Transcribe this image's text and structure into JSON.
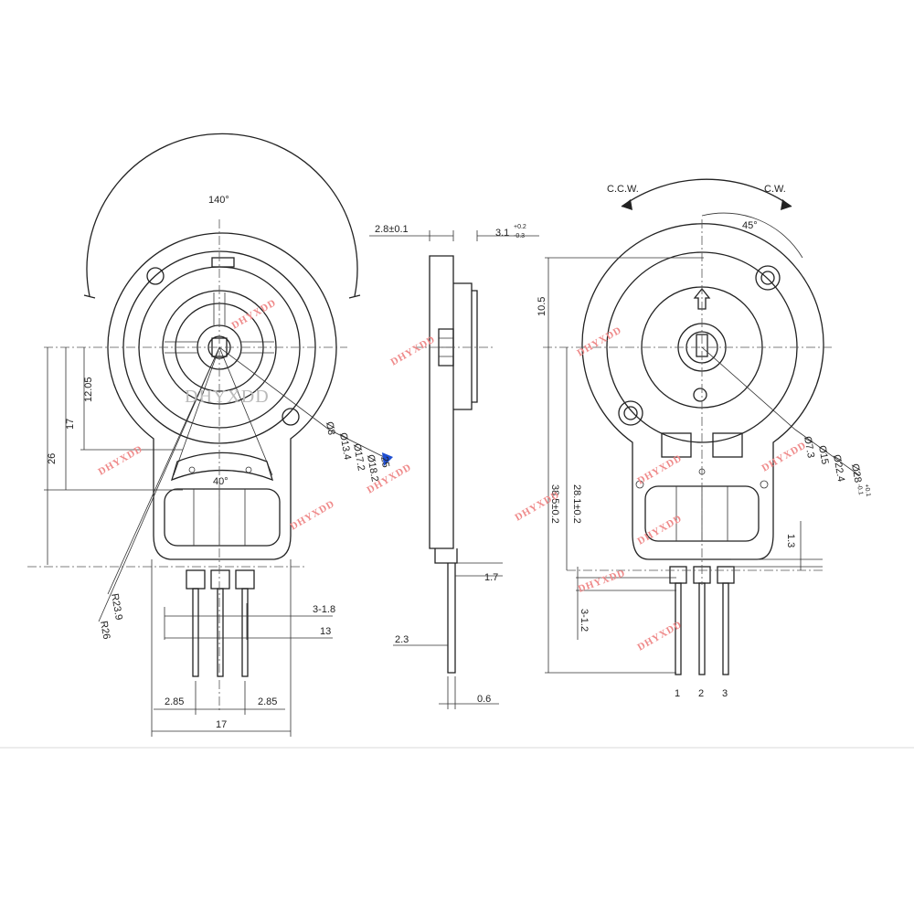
{
  "front_view": {
    "angle_top": "140°",
    "angle_inner": "40°",
    "dim_left": [
      "12.05",
      "17",
      "26"
    ],
    "dim_radius": [
      "R23.9",
      "R26"
    ],
    "dim_diameters": [
      "Ø8",
      "Ø13.4",
      "Ø17.2",
      "Ø18.2",
      "25"
    ],
    "dim_pins": [
      "3-1.8",
      "13"
    ],
    "dim_pitch": [
      "2.85",
      "2.85"
    ],
    "dim_width": "17"
  },
  "side_view": {
    "dim_top_left": "2.8±0.1",
    "dim_top_right": "3.1",
    "dim_top_right_tol_upper": "+0.2",
    "dim_top_right_tol_lower": "-0.3",
    "dim_pin_thickness": "1.7",
    "dim_pin_length": "2.3",
    "dim_pin_width": "0.6"
  },
  "back_view": {
    "rotation_ccw": "C.C.W.",
    "rotation_cw": "C.W.",
    "angle": "45°",
    "dim_top": "10.5",
    "dim_heights": [
      "28.1±0.2",
      "38.5±0.2"
    ],
    "dim_diameters": [
      "Ø7.3",
      "Ø15",
      "Ø22.4",
      "Ø28"
    ],
    "dim_d28_tol_upper": "+0.1",
    "dim_d28_tol_lower": "-0.1",
    "dim_pin_gap": "1.3",
    "dim_pins": "3-1.2",
    "pin_numbers": [
      "1",
      "2",
      "3"
    ]
  },
  "watermark": {
    "brand": "DHYXDD"
  }
}
